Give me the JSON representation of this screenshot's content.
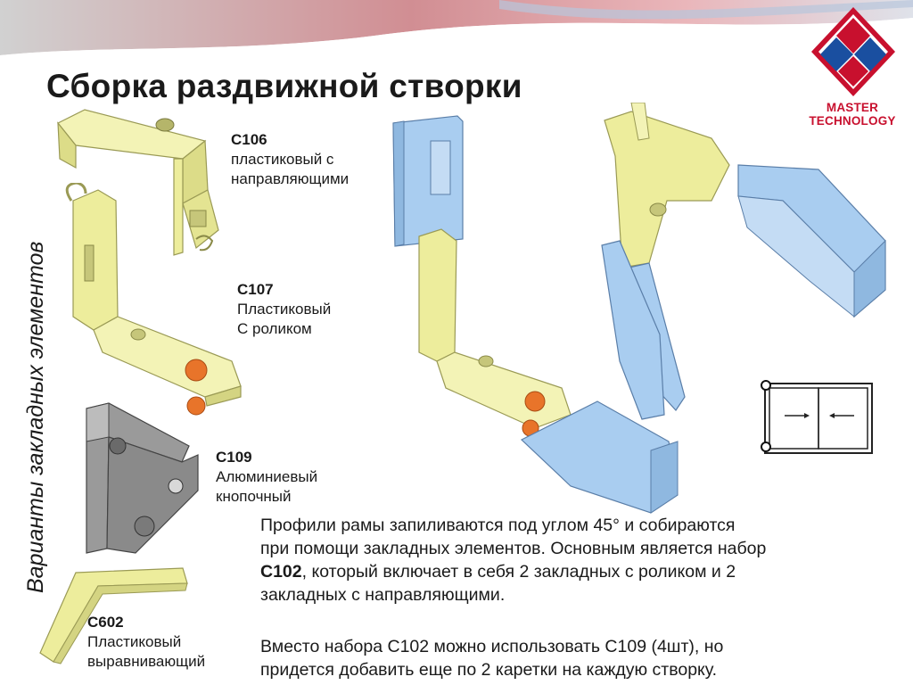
{
  "slide": {
    "title": "Сборка раздвижной створки",
    "side_caption": "Варианты закладных элементов"
  },
  "logo": {
    "line1": "MASTER",
    "line2": "TECHNOLOGY",
    "colors": {
      "red": "#c8102e",
      "blue": "#1a4fa0"
    }
  },
  "parts": [
    {
      "code": "С106",
      "line1": "пластиковый с",
      "line2": "направляющими"
    },
    {
      "code": "С107",
      "line1": "Пластиковый",
      "line2": "С роликом"
    },
    {
      "code": "С109",
      "line1": "Алюминиевый",
      "line2": "кнопочный"
    },
    {
      "code": "С602",
      "line1": "Пластиковый",
      "line2": "выравнивающий"
    }
  ],
  "paragraphs": {
    "p1_line1": "Профили рамы запиливаются под углом 45° и собираются",
    "p1_line2": "при помощи закладных элементов. Основным является набор",
    "p1_bold": "С102",
    "p1_line3_rest": ", который включает в себя 2 закладных с роликом и 2",
    "p1_line4": "закладных с направляющими.",
    "p2_line1": "Вместо набора С102 можно использовать С109 (4шт), но",
    "p2_line2": "придется добавить еще по 2 каретки на каждую створку."
  },
  "colors": {
    "plastic_part": "#eded9c",
    "aluminium_profile": "#9ec3ea",
    "aluminium_part": "#8c8c8c",
    "roller": "#e8742a"
  }
}
